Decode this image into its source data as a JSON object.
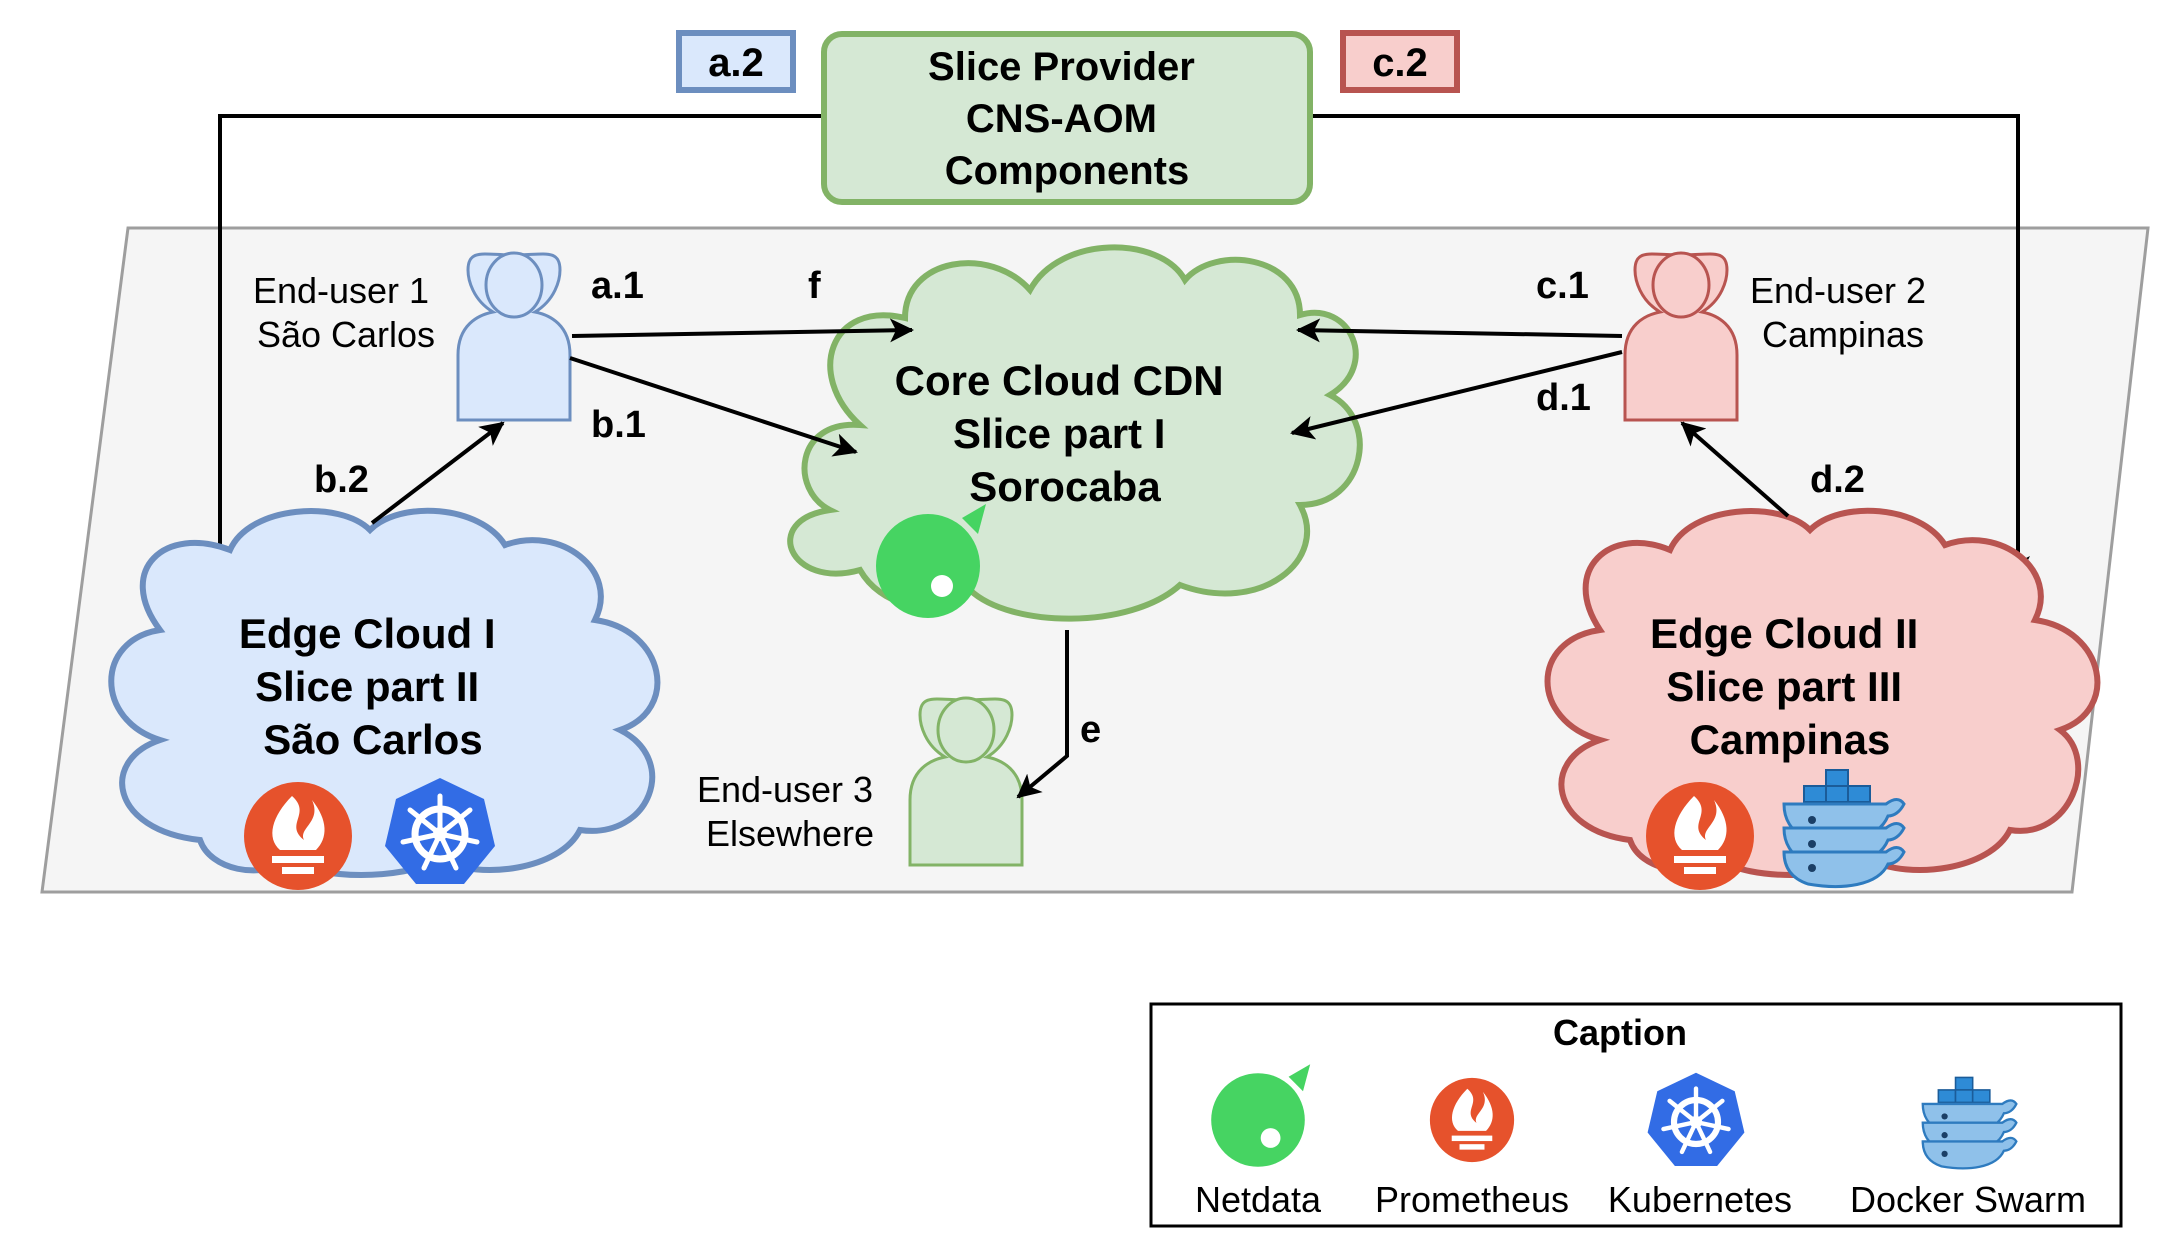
{
  "provider": {
    "lines": [
      "Slice Provider",
      "CNS-AOM",
      "Components"
    ],
    "fill": "#d5e8d4",
    "stroke": "#82b366"
  },
  "tags": {
    "a2": "a.2",
    "c2": "c.2",
    "blue": "#6c8ebf",
    "red": "#b85450",
    "blue_fill": "#dae8fc",
    "red_fill": "#f8cecc"
  },
  "clouds": {
    "core": {
      "lines": [
        "Core Cloud CDN",
        "Slice part I",
        "Sorocaba"
      ]
    },
    "edge1": {
      "lines": [
        "Edge Cloud I",
        "Slice part II",
        "São Carlos"
      ]
    },
    "edge2": {
      "lines": [
        "Edge Cloud II",
        "Slice part III",
        "Campinas"
      ]
    }
  },
  "users": {
    "u1": {
      "lines": [
        "End-user 1",
        "São Carlos"
      ]
    },
    "u2": {
      "lines": [
        "End-user 2",
        "Campinas"
      ]
    },
    "u3": {
      "lines": [
        "End-user 3",
        "Elsewhere"
      ]
    }
  },
  "edges": {
    "a1": "a.1",
    "b1": "b.1",
    "b2": "b.2",
    "c1": "c.1",
    "d1": "d.1",
    "d2": "d.2",
    "e": "e",
    "f": "f"
  },
  "caption": {
    "title": "Caption",
    "items": [
      "Netdata",
      "Prometheus",
      "Kubernetes",
      "Docker Swarm"
    ]
  },
  "colors": {
    "plane": "#f5f5f5",
    "netdata": "#46d462",
    "prometheus": "#e6522c",
    "kubernetes": "#326ce5",
    "docker": "#2496ed"
  }
}
